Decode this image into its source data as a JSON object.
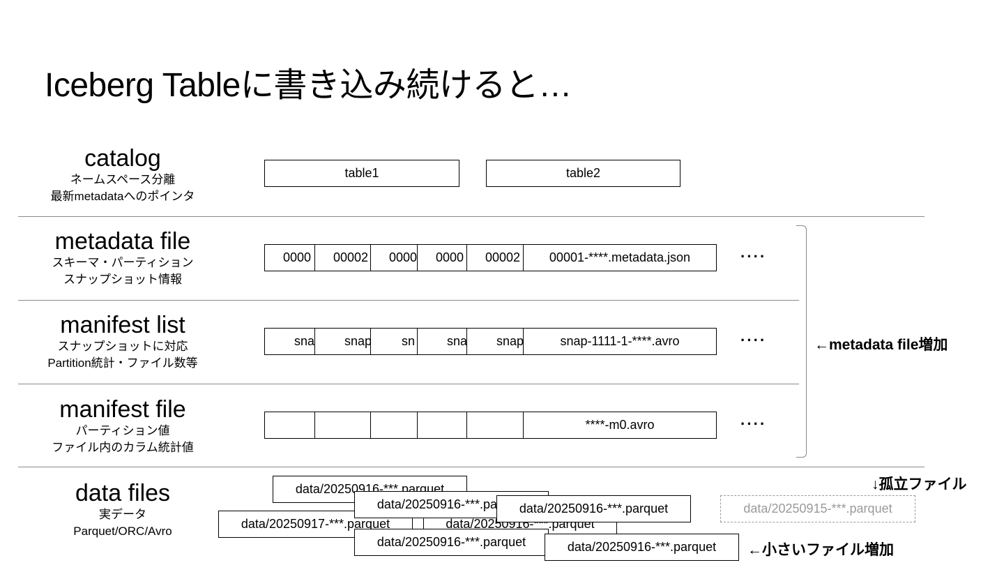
{
  "title": "Iceberg Tableに書き込み続けると…",
  "layers": {
    "catalog": {
      "name": "catalog",
      "sub1": "ネームスペース分離",
      "sub2": "最新metadataへのポインタ",
      "tables": [
        "table1",
        "table2"
      ]
    },
    "metadata_file": {
      "name": "metadata file",
      "sub1": "スキーマ・パーティション",
      "sub2": "スナップショット情報",
      "clipped": [
        "0000",
        "00002",
        "0000",
        "0000",
        "00002"
      ],
      "latest": "00001-****.metadata.json"
    },
    "manifest_list": {
      "name": "manifest list",
      "sub1": "スナップショットに対応",
      "sub2": "Partition統計・ファイル数等",
      "clipped": [
        "sna",
        "snap",
        "sn",
        "sna",
        "snap"
      ],
      "latest": "snap-1111-1-****.avro"
    },
    "manifest_file": {
      "name": "manifest file",
      "sub1": "パーティション値",
      "sub2": "ファイル内のカラム統計値",
      "clipped": [
        "",
        "",
        "",
        "",
        ""
      ],
      "latest": "****-m0.avro"
    },
    "data_files": {
      "name": "data files",
      "sub1": "実データ",
      "sub2": "Parquet/ORC/Avro"
    }
  },
  "ellipsis": "····",
  "data_file_boxes": [
    "data/20250916-***.parquet",
    "data/20250916-***.parquet",
    "data/20250916-***.parquet",
    "data/20250917-***.parquet",
    "data/20250916-***.parquet",
    "data/20250916-***.parquet",
    "data/20250916-***.parquet"
  ],
  "orphan_file": "data/20250915-***.parquet",
  "notes": {
    "metadata_growth": "←metadata file増加",
    "orphan": "↓孤立ファイル",
    "small_files": "←小さいファイル増加"
  }
}
